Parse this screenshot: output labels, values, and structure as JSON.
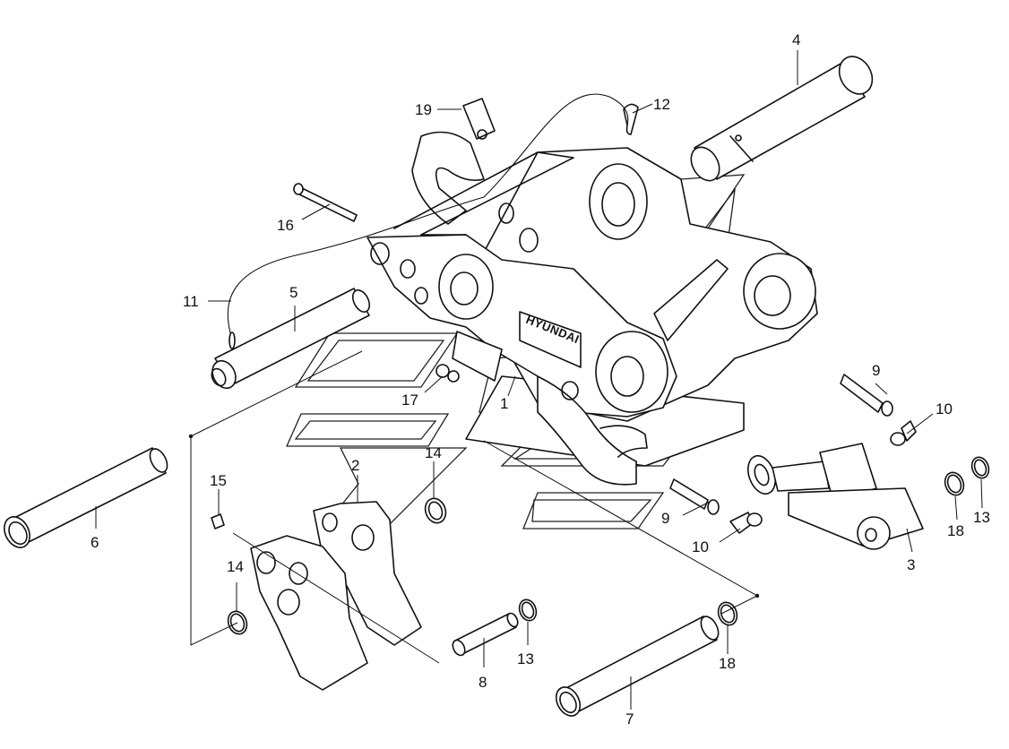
{
  "figure": {
    "brand_label": "HYUNDAI",
    "callouts": [
      {
        "id": "c1",
        "text": "1"
      },
      {
        "id": "c2",
        "text": "2"
      },
      {
        "id": "c3",
        "text": "3"
      },
      {
        "id": "c4",
        "text": "4"
      },
      {
        "id": "c5",
        "text": "5"
      },
      {
        "id": "c6",
        "text": "6"
      },
      {
        "id": "c7",
        "text": "7"
      },
      {
        "id": "c8",
        "text": "8"
      },
      {
        "id": "c9a",
        "text": "9"
      },
      {
        "id": "c9b",
        "text": "9"
      },
      {
        "id": "c10a",
        "text": "10"
      },
      {
        "id": "c10b",
        "text": "10"
      },
      {
        "id": "c11",
        "text": "11"
      },
      {
        "id": "c12",
        "text": "12"
      },
      {
        "id": "c13a",
        "text": "13"
      },
      {
        "id": "c13b",
        "text": "13"
      },
      {
        "id": "c14a",
        "text": "14"
      },
      {
        "id": "c14b",
        "text": "14"
      },
      {
        "id": "c15",
        "text": "15"
      },
      {
        "id": "c16",
        "text": "16"
      },
      {
        "id": "c17",
        "text": "17"
      },
      {
        "id": "c18a",
        "text": "18"
      },
      {
        "id": "c18b",
        "text": "18"
      },
      {
        "id": "c19",
        "text": "19"
      }
    ]
  }
}
